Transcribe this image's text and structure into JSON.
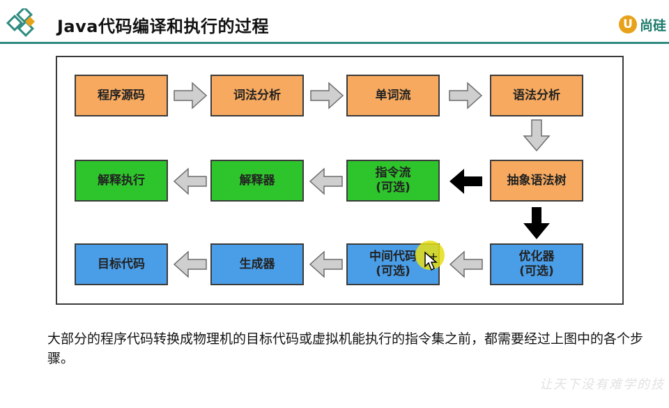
{
  "header": {
    "title": "Java代码编译和执行的过程",
    "brand_mark": "U",
    "brand_text": "尚硅"
  },
  "diagram": {
    "nodes": {
      "source_code": "程序源码",
      "lexical_analysis": "词法分析",
      "token_stream": "单词流",
      "syntax_analysis": "语法分析",
      "ast": "抽象语法树",
      "instruction_stream": "指令流\n(可选)",
      "interpreter": "解释器",
      "interpret_execute": "解释执行",
      "optimizer": "优化器\n(可选)",
      "intermediate_code": "中间代码\n(可选)",
      "generator": "生成器",
      "target_code": "目标代码"
    },
    "colors": {
      "orange": "#f6a95f",
      "green": "#2ec42b",
      "blue": "#4a9ee8",
      "gray_arrow": "#cfcfcf",
      "black_arrow": "#000000"
    }
  },
  "caption": "大部分的程序代码转换成物理机的目标代码或虚拟机能执行的指令集之前，都需要经过上图中的各个步骤。",
  "watermark": "让天下没有难学的技"
}
